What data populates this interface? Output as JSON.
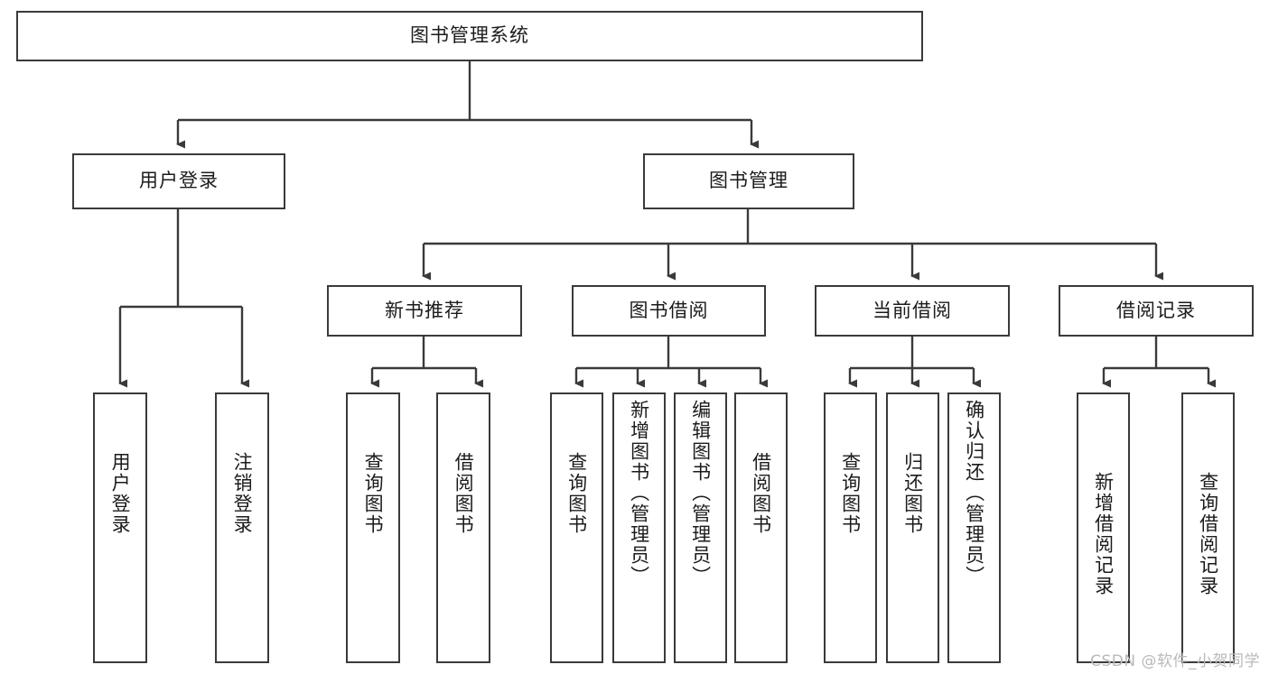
{
  "diagram": {
    "type": "tree",
    "title": "图书管理系统",
    "watermark": "CSDN @软件_小贺同学",
    "colors": {
      "box_border": "#3a3a3a",
      "box_fill": "#ffffff",
      "edge": "#3a3a3a",
      "text": "#1b1b1b",
      "watermark": "#b9b9b9"
    },
    "nodes": {
      "root": {
        "label": "图书管理系统"
      },
      "level2": [
        {
          "id": "user-login",
          "label": "用户登录"
        },
        {
          "id": "book-manage",
          "label": "图书管理"
        }
      ],
      "level3": [
        {
          "id": "new-book-recommend",
          "label": "新书推荐"
        },
        {
          "id": "book-borrow",
          "label": "图书借阅"
        },
        {
          "id": "current-borrow",
          "label": "当前借阅"
        },
        {
          "id": "borrow-record",
          "label": "借阅记录"
        }
      ],
      "leaves": {
        "user-login": [
          {
            "id": "leaf-user-login",
            "label": "用户登录"
          },
          {
            "id": "leaf-logout-login",
            "label": "注销登录"
          }
        ],
        "new-book-recommend": [
          {
            "id": "leaf-query-book-1",
            "label": "查询图书"
          },
          {
            "id": "leaf-borrow-book-1",
            "label": "借阅图书"
          }
        ],
        "book-borrow": [
          {
            "id": "leaf-query-book-2",
            "label": "查询图书"
          },
          {
            "id": "leaf-add-book",
            "label": "新增图书（管理员）"
          },
          {
            "id": "leaf-edit-book",
            "label": "编辑图书（管理员）"
          },
          {
            "id": "leaf-borrow-book-2",
            "label": "借阅图书"
          }
        ],
        "current-borrow": [
          {
            "id": "leaf-query-book-3",
            "label": "查询图书"
          },
          {
            "id": "leaf-return-book",
            "label": "归还图书"
          },
          {
            "id": "leaf-confirm-return",
            "label": "确认归还（管理员）"
          }
        ],
        "borrow-record": [
          {
            "id": "leaf-add-record",
            "label": "新增借阅记录"
          },
          {
            "id": "leaf-query-record",
            "label": "查询借阅记录"
          }
        ]
      }
    }
  }
}
